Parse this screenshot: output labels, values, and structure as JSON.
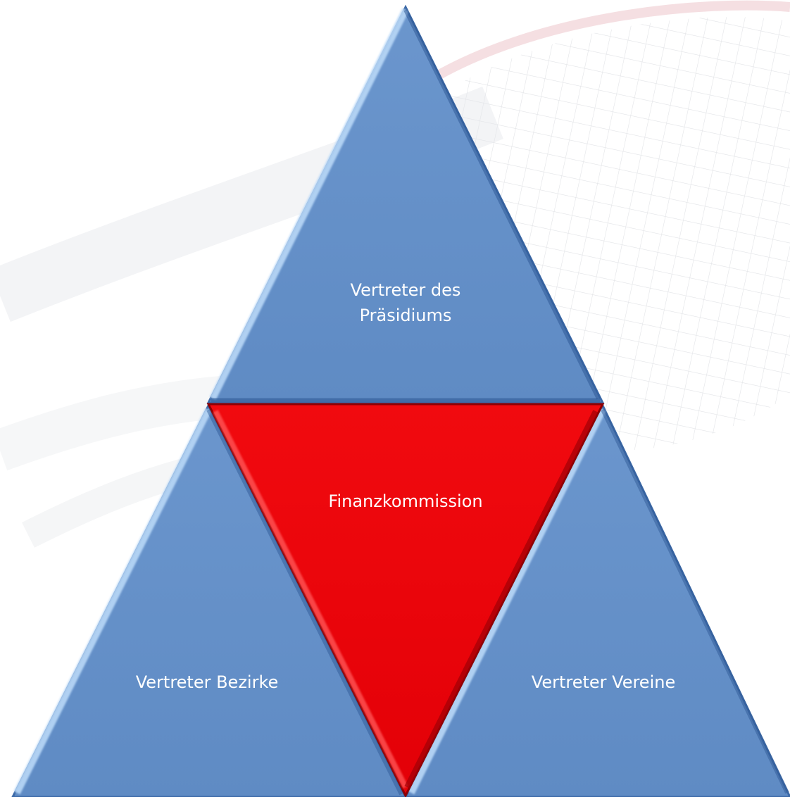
{
  "diagram": {
    "top_line1": "Vertreter des",
    "top_line2": "Präsidiums",
    "center": "Finanzkommission",
    "left": "Vertreter Bezirke",
    "right": "Vertreter Vereine"
  },
  "colors": {
    "blue_fill": "#6590c8",
    "blue_edge": "#3d6aa8",
    "blue_highlight": "#b9d8f7",
    "red_fill": "#ec0209",
    "red_edge": "#8c0004",
    "red_highlight": "#ff6a6a",
    "label": "#ffffff"
  }
}
